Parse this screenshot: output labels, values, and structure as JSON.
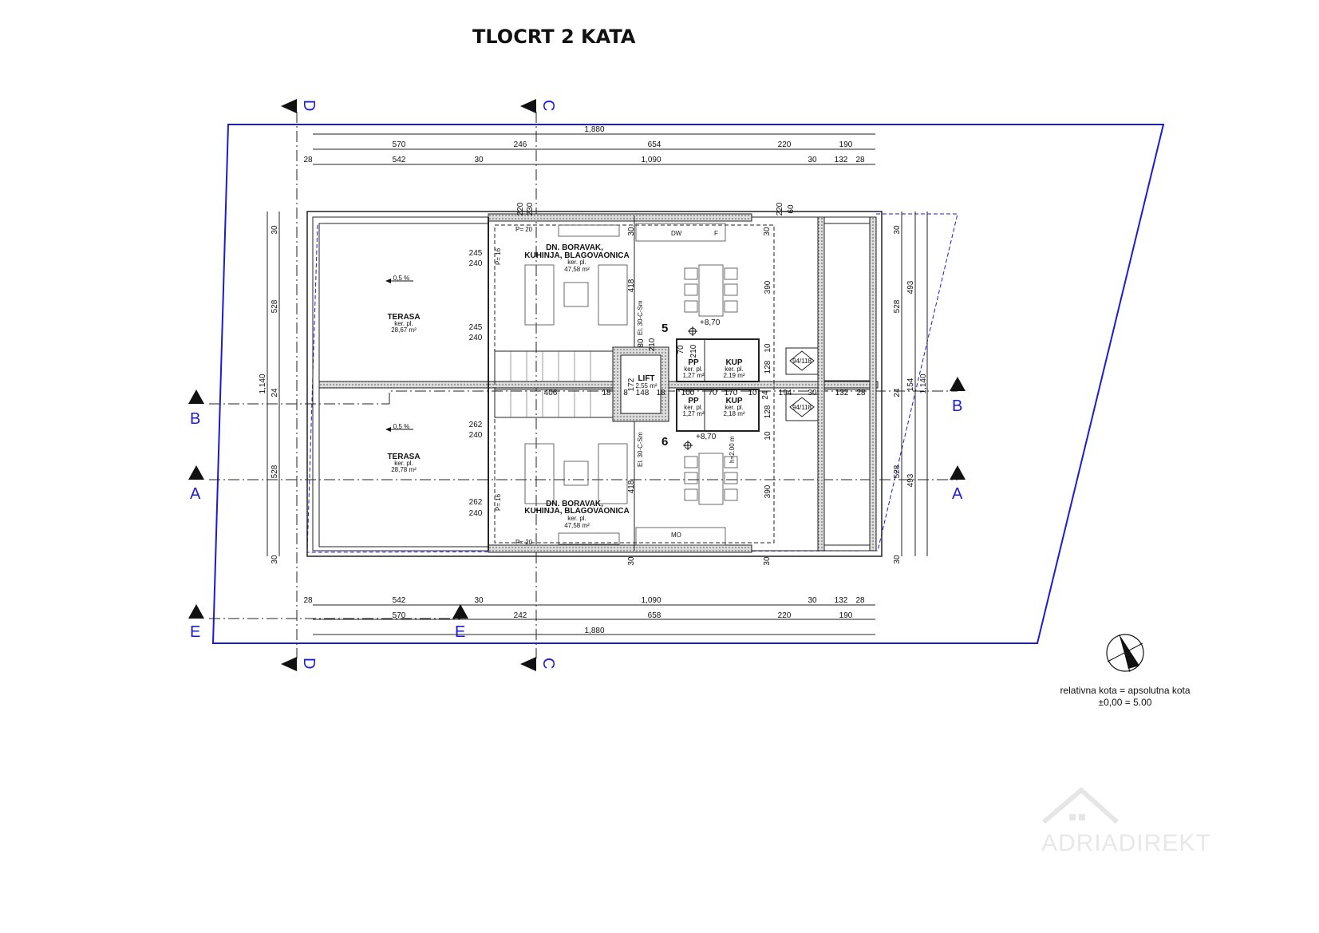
{
  "title": "TLOCRT 2 KATA",
  "sections": {
    "d": "D",
    "c": "C",
    "b": "B",
    "a": "A",
    "e": "E"
  },
  "dims": {
    "top_total": "1,880",
    "top_row2": [
      "570",
      "246",
      "654",
      "220",
      "190"
    ],
    "top_row3": [
      "28",
      "542",
      "30",
      "1,090",
      "30",
      "132",
      "28"
    ],
    "bottom_row1": [
      "28",
      "542",
      "30",
      "1,090",
      "30",
      "132",
      "28"
    ],
    "bottom_row2": [
      "570",
      "242",
      "658",
      "220",
      "190"
    ],
    "bottom_total": "1,880",
    "left_outer": "1,140",
    "left_inner": [
      "30",
      "528",
      "24",
      "528",
      "30"
    ],
    "right_inner": [
      "30",
      "528",
      "24",
      "528",
      "30"
    ],
    "right_mid": [
      "493",
      "154",
      "493"
    ],
    "right_outer": "1,140",
    "misc": [
      "220",
      "230",
      "220",
      "60",
      "245",
      "240",
      "245",
      "240",
      "262",
      "240",
      "262",
      "240",
      "418",
      "418",
      "390",
      "390",
      "30",
      "30",
      "30",
      "30",
      "406",
      "18",
      "8",
      "148",
      "18",
      "100",
      "70",
      "170",
      "10",
      "24",
      "194",
      "30",
      "132",
      "28",
      "128",
      "128",
      "10",
      "10",
      "172",
      "80",
      "210",
      "70",
      "210"
    ]
  },
  "rooms": {
    "living_top": {
      "name1": "DN. BORAVAK,",
      "name2": "KUHINJA, BLAGOVAONICA",
      "floor": "ker. pl.",
      "area": "47,58 m²"
    },
    "living_bottom": {
      "name1": "DN. BORAVAK,",
      "name2": "KUHINJA, BLAGOVAONICA",
      "floor": "ker. pl.",
      "area": "47,58 m²"
    },
    "terrace_top": {
      "name": "TERASA",
      "floor": "ker. pl.",
      "area": "28,67 m²",
      "slope": "0,5 %"
    },
    "terrace_bottom": {
      "name": "TERASA",
      "floor": "ker. pl.",
      "area": "28,78 m²",
      "slope": "0,5 %"
    },
    "lift": {
      "name": "LIFT",
      "area": "2,55 m²"
    },
    "pp_top": {
      "name": "PP",
      "floor": "ker. pl.",
      "area": "1,27 m²"
    },
    "kup_top": {
      "name": "KUP",
      "floor": "ker. pl.",
      "area": "2,19 m²"
    },
    "pp_bottom": {
      "name": "PP",
      "floor": "ker. pl.",
      "area": "1,27 m²"
    },
    "kup_bottom": {
      "name": "KUP",
      "floor": "ker. pl.",
      "area": "2,18 m²"
    }
  },
  "units": {
    "top": "5",
    "bottom": "6"
  },
  "levels": {
    "top": "+8,70",
    "bottom": "+8,70"
  },
  "windows": {
    "top": "94/118",
    "bottom": "94/118"
  },
  "labels": {
    "parapet_top": "P= 20",
    "parapet_bottom": "P= 20",
    "p16a": "P= 16",
    "p16b": "P= 16",
    "el_top": "El. 30-C-Sm",
    "el_bottom": "El. 30-C-Sm",
    "h": "h=2.00 m",
    "dw": "DW",
    "f": "F",
    "mo": "MO"
  },
  "note": {
    "line1": "relativna kota = apsolutna kota",
    "line2": "±0,00 = 5.00"
  },
  "watermark": "ADRIADIREKT",
  "colors": {
    "boundary": "#1a1adb",
    "section": "#1a1adb",
    "wall_hatch": "#bbbbbb"
  }
}
